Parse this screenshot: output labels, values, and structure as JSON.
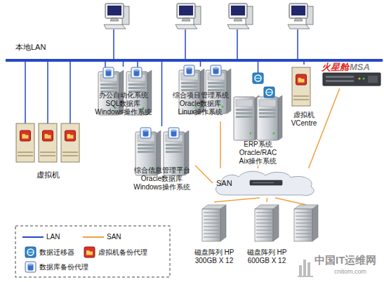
{
  "diagram": {
    "nodes": [
      {
        "text": [
          "本地LAN"
        ]
      },
      {
        "text": [
          "虚拟机"
        ]
      },
      {
        "text": [
          "办公自动化系统 SQL数据库 Windows操作系统"
        ]
      },
      {
        "text": [
          "综合信息管理平台 Oracle数据库 Windows操作系统"
        ]
      },
      {
        "text": [
          "综合项目管理系统 Oracle数据库 Linux操作系统"
        ]
      },
      {
        "text": [
          "ERP系统 Oracle/RAC Aix操作系统"
        ]
      },
      {
        "text": [
          "虚拟机 VCentre"
        ]
      },
      {
        "text": [
          "火星舱",
          "MSA"
        ]
      },
      {
        "text": [
          "SAN"
        ]
      },
      {
        "text": [
          "磁盘阵列 HP 300GB X 12"
        ]
      },
      {
        "text": [
          "磁盘阵列 HP 600GB X 12"
        ]
      }
    ],
    "edges": [
      {
        "from": 0,
        "to": 1,
        "arrow": "none"
      },
      {
        "from": 0,
        "to": 2,
        "arrow": "none"
      },
      {
        "from": 0,
        "to": 3,
        "arrow": "none"
      },
      {
        "from": 0,
        "to": 4,
        "arrow": "none"
      },
      {
        "from": 0,
        "to": 5,
        "arrow": "none"
      },
      {
        "from": 0,
        "to": 6,
        "arrow": "none"
      },
      {
        "from": 3,
        "to": 8,
        "arrow": "none"
      },
      {
        "from": 4,
        "to": 8,
        "arrow": "none"
      },
      {
        "from": 5,
        "to": 8,
        "arrow": "none"
      },
      {
        "from": 7,
        "to": 8,
        "arrow": "none"
      },
      {
        "from": 8,
        "to": 9,
        "arrow": "none"
      },
      {
        "from": 8,
        "to": 10,
        "arrow": "none"
      }
    ],
    "labels": [
      "中国IT运维网",
      "cnitom.com"
    ],
    "legend": [
      {
        "text": "LAN"
      },
      {
        "text": "SAN"
      },
      {
        "text": "数据迁移器"
      },
      {
        "text": "虚拟机备份代理"
      },
      {
        "text": "数据库备份代理"
      }
    ]
  }
}
